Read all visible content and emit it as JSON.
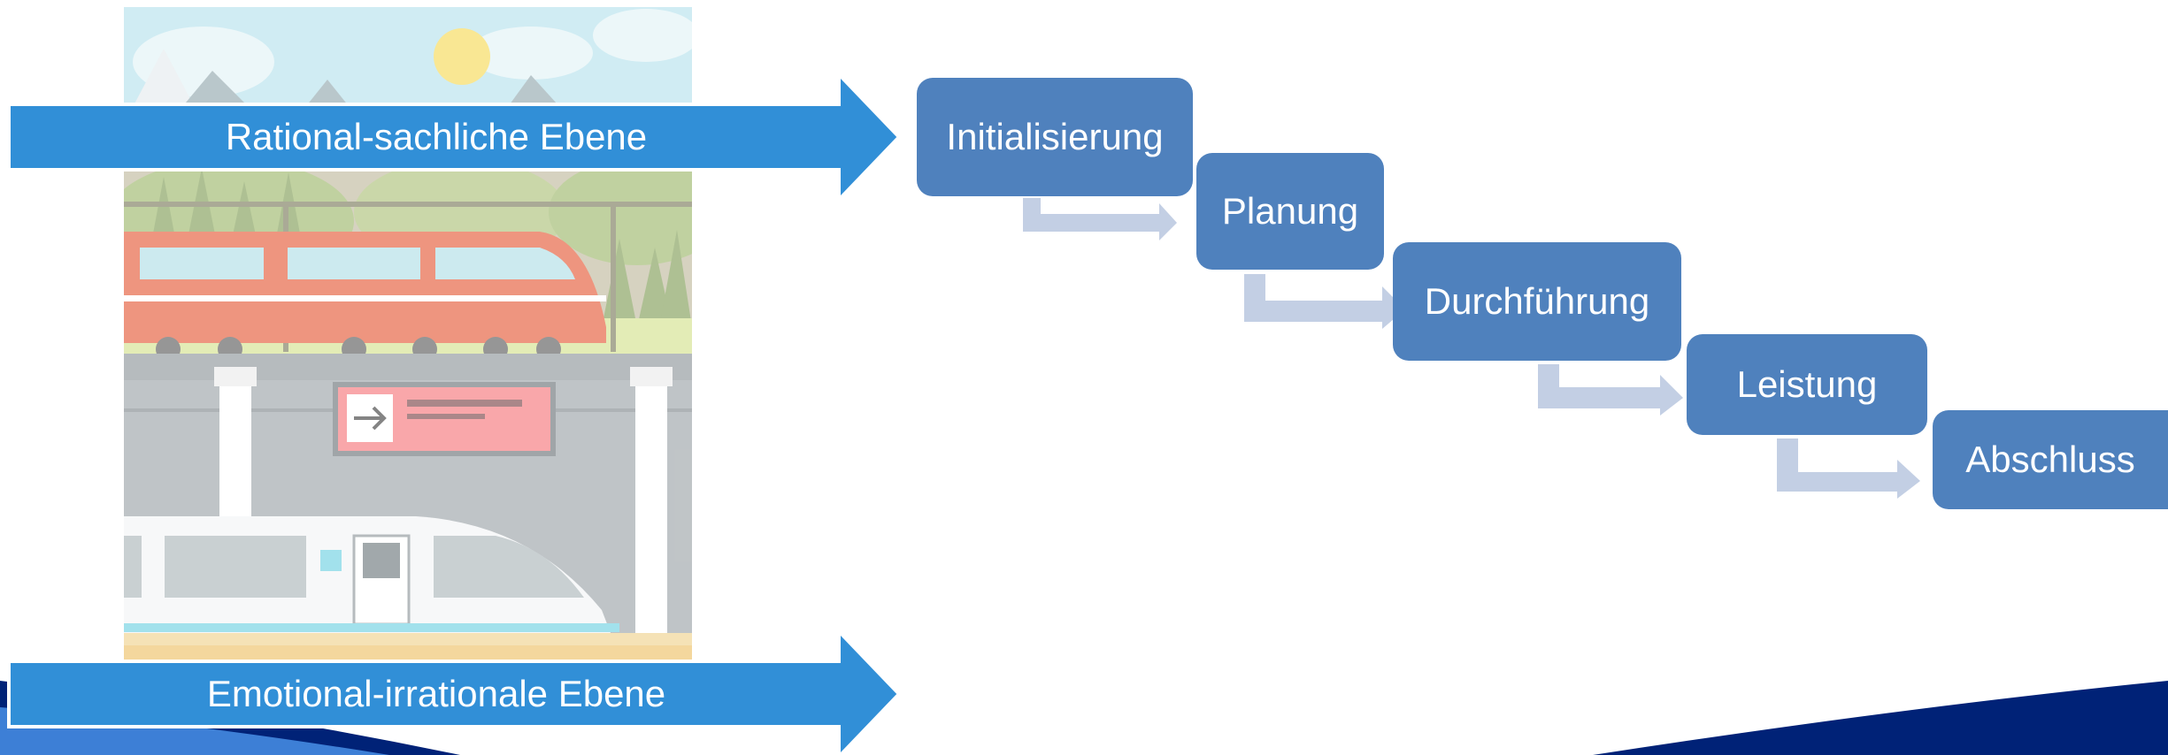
{
  "levels": {
    "rational_label": "Rational-sachliche Ebene",
    "emotional_label": "Emotional-irrationale Ebene"
  },
  "steps": [
    {
      "label": "Initialisierung"
    },
    {
      "label": "Planung"
    },
    {
      "label": "Durchführung"
    },
    {
      "label": "Leistung"
    },
    {
      "label": "Abschluss"
    }
  ],
  "colors": {
    "big_arrow": "#318fd7",
    "step_box": "#4f81bd",
    "connector": "#c3cfe4",
    "footer_dark": "#002277",
    "footer_light": "#3d7fd6"
  },
  "icons": {
    "illustration": "train-station-illustration"
  }
}
